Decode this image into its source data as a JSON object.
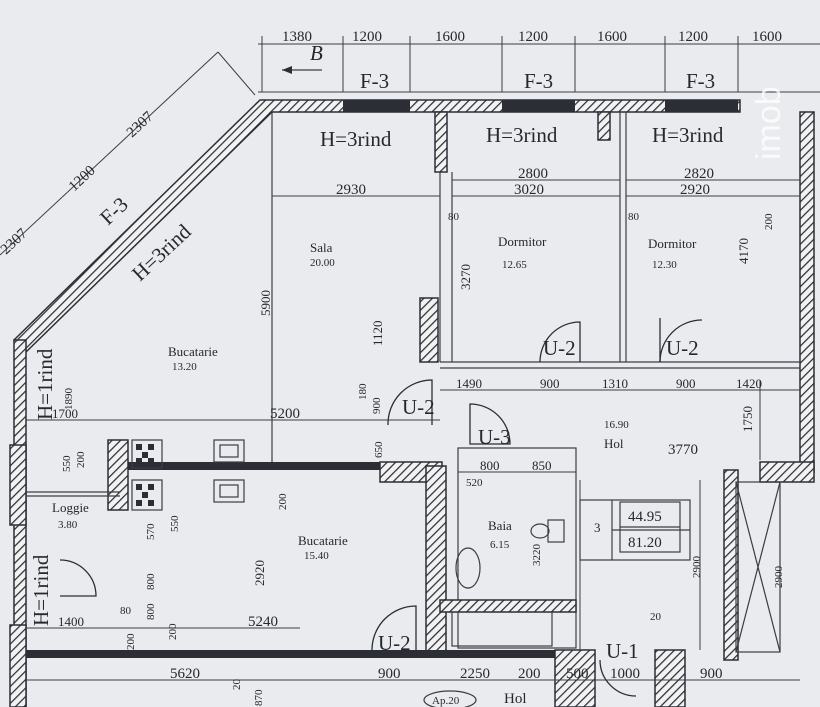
{
  "rooms": {
    "sala": {
      "name": "Sala",
      "area": "20.00"
    },
    "dormitor1": {
      "name": "Dormitor",
      "area": "12.65"
    },
    "dormitor2": {
      "name": "Dormitor",
      "area": "12.30"
    },
    "bucatarie1": {
      "name": "Bucatarie",
      "area": "13.20"
    },
    "bucatarie2": {
      "name": "Bucatarie",
      "area": "15.40"
    },
    "hol": {
      "name": "Hol",
      "area": "16.90"
    },
    "baia": {
      "name": "Baia",
      "area": "6.15"
    },
    "loggie": {
      "name": "Loggie",
      "area": "3.80"
    },
    "hol_bottom": "Hol"
  },
  "windows": {
    "f3": "F-3",
    "h3": "H=3rind",
    "h1": "H=1rind",
    "b": "B"
  },
  "doors": {
    "u2": "U-2",
    "u3": "U-3",
    "u1": "U-1"
  },
  "apartment": {
    "number": "3",
    "living_area": "44.95",
    "total_area": "81.20",
    "tag": "Ap.20"
  },
  "dims": {
    "top": [
      "1380",
      "1200",
      "1600",
      "1200",
      "1600",
      "1200",
      "1600"
    ],
    "diag": [
      "2307",
      "1200",
      "2307"
    ],
    "d2930": "2930",
    "d2800": "2800",
    "d3020": "3020",
    "d2820": "2820",
    "d2920": "2920",
    "d80a": "80",
    "d80b": "80",
    "d80c": "80",
    "d3270": "3270",
    "d4170": "4170",
    "d5900": "5900",
    "d1120": "1120",
    "hall": [
      "1490",
      "900",
      "1310",
      "900",
      "1420"
    ],
    "d180": "180",
    "d900": "900",
    "d1890": "1890",
    "d1700": "1700",
    "d5200": "5200",
    "d3770": "3770",
    "d1750": "1750",
    "d650": "650",
    "d550": "550",
    "d200": "200",
    "d800": "800",
    "d850": "850",
    "d520": "520",
    "d570": "570",
    "d550b": "550",
    "d200b": "200",
    "d3220": "3220",
    "d2900a": "2900",
    "d2900b": "2900",
    "d2920b": "2920",
    "d800b": "800",
    "d200c": "200",
    "d1400": "1400",
    "d5240": "5240",
    "d800c": "800",
    "d200d": "200",
    "d5620": "5620",
    "d20": "20",
    "d870": "870",
    "bottom": [
      "900",
      "2250",
      "200",
      "500",
      "1000",
      "900"
    ],
    "d20b": "20",
    "d200e": "200"
  },
  "watermark": "imob"
}
